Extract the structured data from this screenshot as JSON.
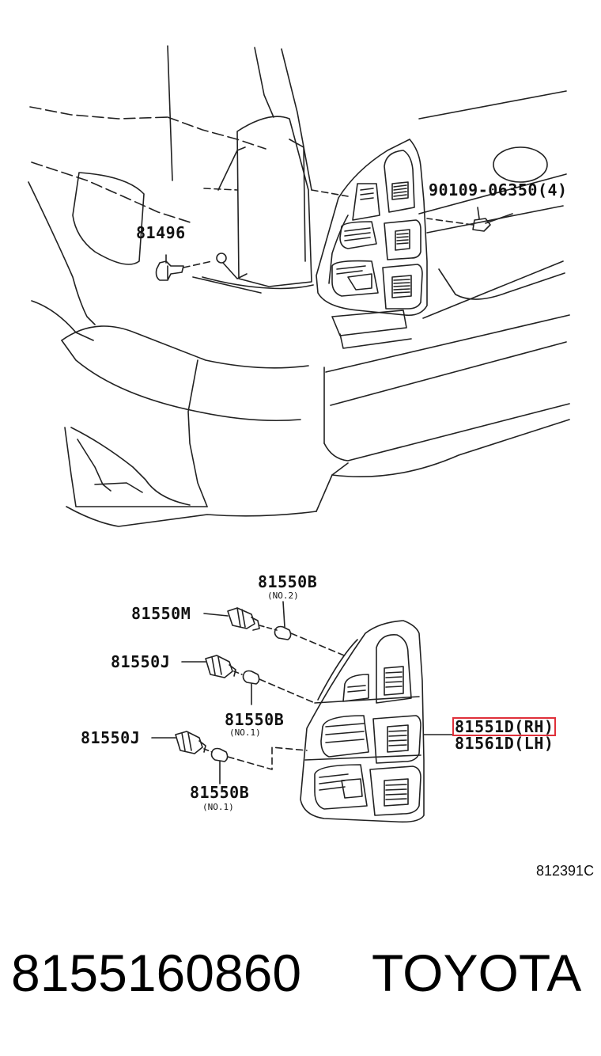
{
  "labels": {
    "screw_9010906350": "90109-06350(4)",
    "clip_81496": "81496",
    "bulb_81550B_no2": "81550B",
    "bulb_81550B_no2_note": "(NO.2)",
    "socket_81550M": "81550M",
    "socket_81550J_upper": "81550J",
    "bulb_81550B_no1_mid": "81550B",
    "bulb_81550B_no1_mid_note": "(NO.1)",
    "socket_81550J_lower": "81550J",
    "bulb_81550B_no1_low": "81550B",
    "bulb_81550B_no1_low_note": "(NO.1)",
    "lamp_rh": "81551D(RH)",
    "lamp_lh": "81561D(LH)",
    "diagram_ref": "812391C"
  },
  "footer": {
    "part_number": "8155160860",
    "brand": "TOYOTA"
  },
  "colors": {
    "line": "#222222",
    "highlight": "#e0303a",
    "background": "#ffffff"
  }
}
